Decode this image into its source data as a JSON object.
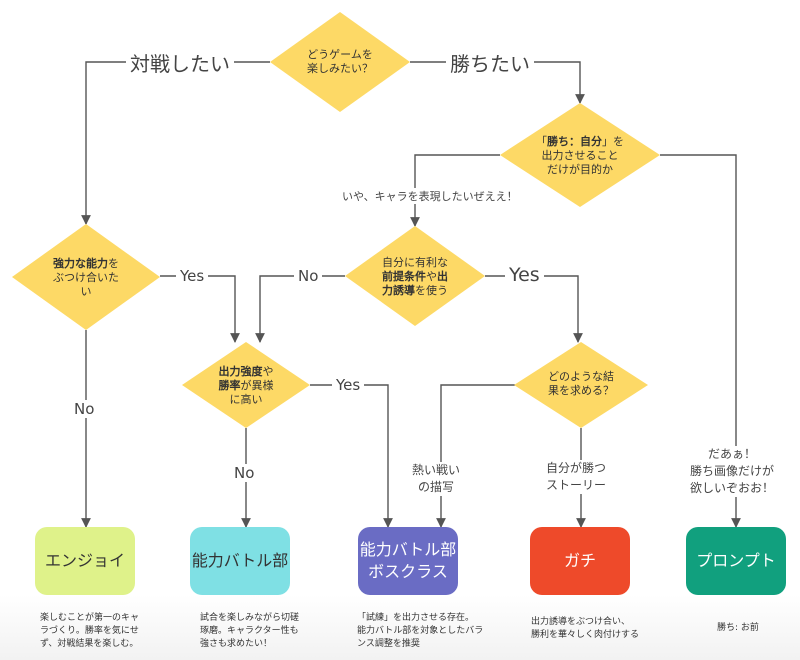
{
  "colors": {
    "diamond": "#fdd966",
    "enjoy": "#dff28a",
    "nouryoku": "#7fe0e4",
    "boss": "#6a6cc4",
    "gachi": "#ee4a2a",
    "prompt": "#11a07e",
    "line": "#555555"
  },
  "decisions": {
    "d1": [
      "どうゲームを",
      "楽しみたい？"
    ],
    "d2": [
      "「勝ち：自分」を",
      "出力させること",
      "だけが目的か"
    ],
    "d3": [
      "強力な能力を",
      "ぶつけ合いた",
      "い"
    ],
    "d4": [
      "自分に有利な",
      "前提条件や出",
      "力誘導を使う"
    ],
    "d5": [
      "出力強度や",
      "勝率が異様",
      "に高い"
    ],
    "d6": [
      "どのような結",
      "果を求める？"
    ]
  },
  "edge_labels": {
    "taisen": "対戦したい",
    "kachi": "勝ちたい",
    "iya": "いや、キャラを表現したいぜええ！",
    "yes_d3": "Yes",
    "no_d3": "No",
    "no_d4": "No",
    "yes_d4": "Yes",
    "yes_d5": "Yes",
    "no_d5": "No",
    "atsui": [
      "熱い戦い",
      "の描写"
    ],
    "jibun": [
      "自分が勝つ",
      "ストーリー"
    ],
    "daa": [
      "だあぁ！",
      "勝ち画像だけが",
      "欲しいぞおお！"
    ]
  },
  "results": {
    "enjoy": "エンジョイ",
    "nouryoku": "能力バトル部",
    "boss": [
      "能力バトル部",
      "ボスクラス"
    ],
    "gachi": "ガチ",
    "prompt": "プロンプト"
  },
  "notes": {
    "enjoy": [
      "楽しむことが第一のキャ",
      "ラづくり。勝率を気にせ",
      "ず、対戦結果を楽しむ。"
    ],
    "nouryoku": [
      "試合を楽しみながら切磋",
      "琢磨。キャラクター性も",
      "強さも求めたい！"
    ],
    "boss": [
      "「試練」を出力させる存在。",
      "能力バトル部を対象としたバラ",
      "ンス調整を推奨"
    ],
    "gachi": [
      "出力誘導をぶつけ合い、",
      "勝利を華々しく肉付けする"
    ],
    "prompt": [
      "勝ち: お前"
    ]
  }
}
